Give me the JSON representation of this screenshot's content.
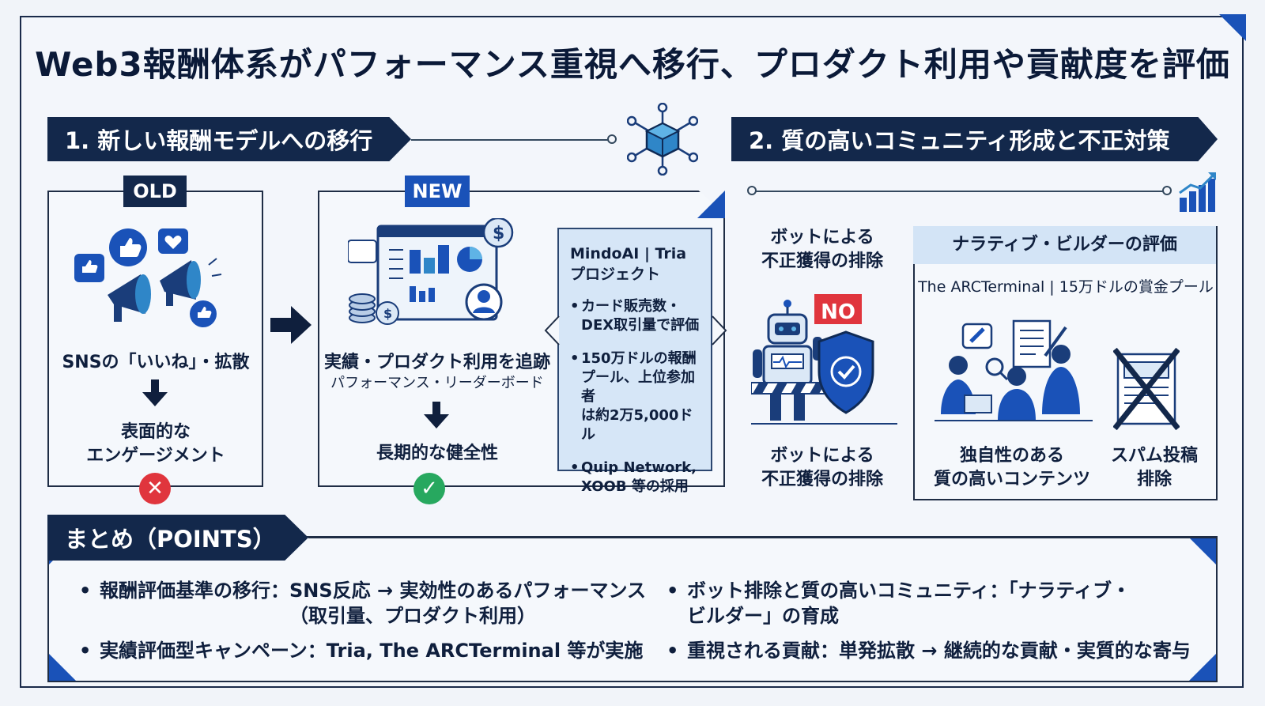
{
  "title": "Web3報酬体系がパフォーマンス重視へ移行、プロダクト利用や貢献度を評価",
  "section1": {
    "heading": "1. 新しい報酬モデルへの移行",
    "old": {
      "tag": "OLD",
      "label": "SNSの「いいね」・拡散",
      "result": [
        "表面的な",
        "エンゲージメント"
      ],
      "status_icon": "cross-icon"
    },
    "new": {
      "tag": "NEW",
      "label": "実績・プロダクト利用を追跡",
      "sublabel": "パフォーマンス・リーダーボード",
      "result": "長期的な健全性",
      "status_icon": "check-icon"
    },
    "callout": {
      "heading": [
        "MindoAI | Tria",
        "プロジェクト"
      ],
      "items": [
        [
          "カード販売数・",
          "DEX取引量で評価"
        ],
        [
          "150万ドルの報酬",
          "プール、上位参加者",
          "は約2万5,000ドル"
        ],
        [
          "Quip Network,",
          "XOOB 等の採用"
        ]
      ]
    }
  },
  "section2": {
    "heading": "2. 質の高いコミュニティ形成と不正対策",
    "bot_top": [
      "ボットによる",
      "不正獲得の排除"
    ],
    "no_badge": "NO",
    "bot_bottom": [
      "ボットによる",
      "不正獲得の排除"
    ],
    "narrative": {
      "heading": "ナラティブ・ビルダーの評価",
      "subheading": "The ARCTerminal | 15万ドルの賞金プール",
      "content_label": [
        "独自性のある",
        "質の高いコンテンツ"
      ],
      "spam_label": [
        "スパム投稿",
        "排除"
      ]
    }
  },
  "summary": {
    "heading": "まとめ（POINTS）",
    "points": [
      [
        "報酬評価基準の移行：SNS反応 → 実効性のあるパフォーマンス",
        "（取引量、プロダクト利用）"
      ],
      [
        "実績評価型キャンペーン：Tria, The ARCTerminal 等が実施"
      ],
      [
        "ボット排除と質の高いコミュニティ：「ナラティブ・",
        "ビルダー」の育成"
      ],
      [
        "重視される貢献：単発拡散 → 継続的な貢献・実質的な寄与"
      ]
    ]
  },
  "colors": {
    "navy": "#13284b",
    "accent_blue": "#1a52b8",
    "light_blue": "#d6e6f7",
    "red": "#e0353d",
    "green": "#27a85f"
  }
}
